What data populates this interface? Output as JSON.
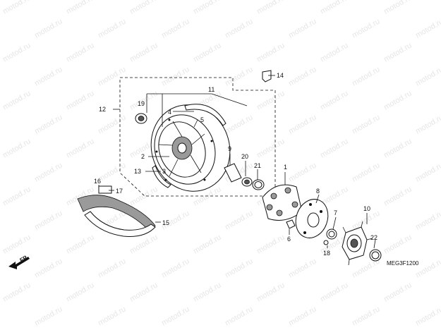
{
  "watermark": "motod.ru",
  "diagram_code": "MEG3F1200",
  "direction_label": "FR.",
  "callouts": {
    "c1": "1",
    "c2": "2",
    "c3": "3",
    "c4": "4",
    "c5": "5",
    "c6": "6",
    "c7": "7",
    "c8": "8",
    "c9": "9",
    "c10": "10",
    "c11": "11",
    "c12": "12",
    "c13": "13",
    "c14": "14",
    "c15": "15",
    "c16": "16",
    "c17": "17",
    "c18": "18",
    "c19": "19",
    "c20": "20",
    "c21": "21",
    "c22": "22"
  },
  "colors": {
    "line": "#111111",
    "watermark": "#e6e6e6",
    "background": "#ffffff"
  }
}
